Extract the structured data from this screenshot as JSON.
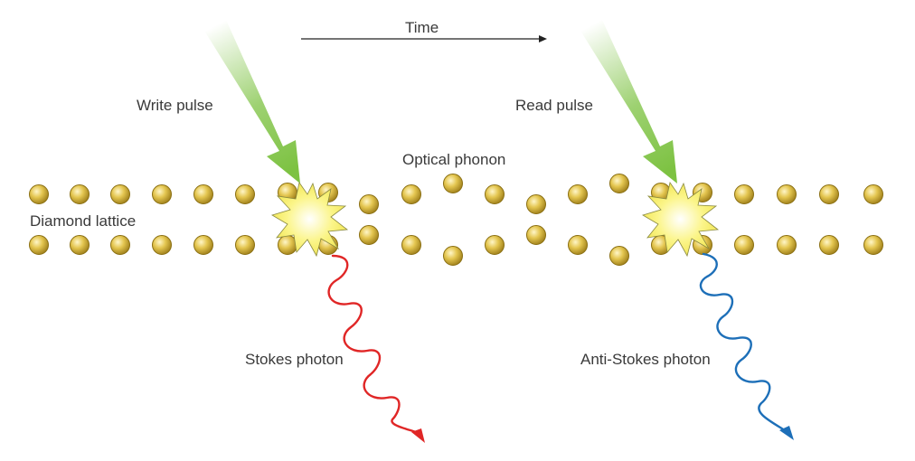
{
  "labels": {
    "time": "Time",
    "write_pulse": "Write pulse",
    "read_pulse": "Read pulse",
    "optical_phonon": "Optical phonon",
    "diamond_lattice": "Diamond lattice",
    "stokes_photon": "Stokes photon",
    "anti_stokes_photon": "Anti-Stokes photon"
  },
  "colors": {
    "atom_fill": "#e0c24a",
    "atom_stroke": "#8a6f12",
    "pulse_green": "#7dc242",
    "flash_yellow": "#fbf58a",
    "stokes_red": "#e02626",
    "anti_stokes_blue": "#1d6fb8",
    "text": "#3a3a3a"
  }
}
